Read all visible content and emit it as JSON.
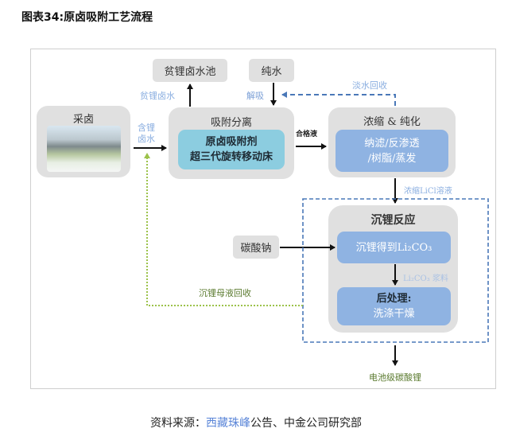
{
  "title": "图表34:原卤吸附工艺流程",
  "source": {
    "prefix": "资料来源：",
    "link": "西藏珠峰",
    "suffix": "公告、中金公司研究部"
  },
  "nodes": {
    "brine_collection": {
      "label": "采卤",
      "image": "brine-pool-photo"
    },
    "lean_brine_pool": {
      "label": "贫锂卤水池"
    },
    "pure_water": {
      "label": "纯水"
    },
    "adsorption": {
      "label": "吸附分离",
      "inner": [
        "原卤吸附剂",
        "超三代旋转移动床"
      ]
    },
    "concentration": {
      "label": "浓缩 & 纯化",
      "inner": [
        "纳滤/反渗透",
        "/树脂/蒸发"
      ]
    },
    "sodium_carbonate": {
      "label": "碳酸钠"
    },
    "precipitation": {
      "label": "沉锂反应",
      "step1": "沉锂得到Li₂CO₃",
      "step2_title": "后处理:",
      "step2_text": "洗涤干燥"
    },
    "product": {
      "label": "电池级碳酸锂"
    }
  },
  "edge_labels": {
    "lean_brine": "贫锂卤水",
    "lithium_brine": [
      "含锂",
      "卤水"
    ],
    "desorption": "解吸",
    "fresh_water_recovery": "淡水回收",
    "qualified_liquid": "合格液",
    "concentrated_licl": "浓缩LiCl溶液",
    "li2co3_slurry": "Li₂CO₃ 浆料",
    "mother_liquor_recovery": "沉锂母液回收"
  },
  "colors": {
    "teal": "#8ccde0",
    "blue": "#8fb3e2",
    "gray": "#e0e0e0",
    "label_blue": "#8aaee0",
    "dashed_blue": "#4a78b8",
    "dotted_green": "#9cc24a",
    "label_green": "#5a7a2e"
  }
}
